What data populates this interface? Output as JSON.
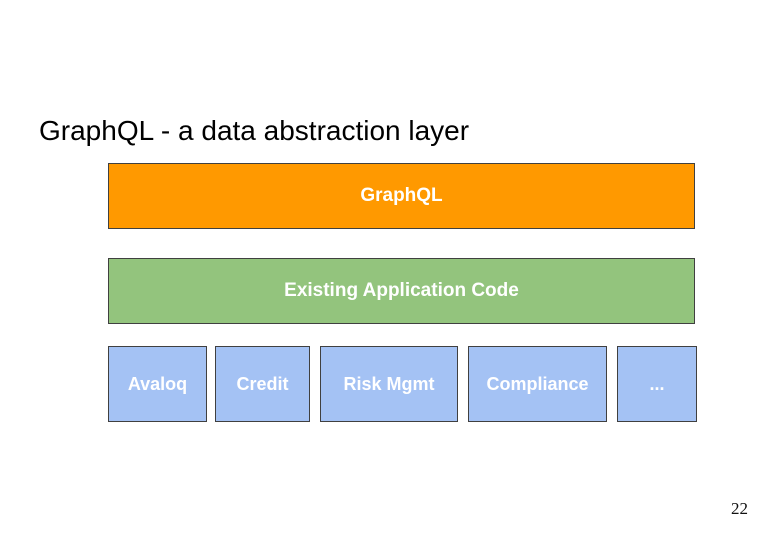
{
  "slide": {
    "title": "GraphQL - a data abstraction layer",
    "page_number": "22",
    "background_color": "#ffffff",
    "title_color": "#000000"
  },
  "diagram": {
    "border_color": "#404040",
    "label_text_color": "#ffffff",
    "layers": [
      {
        "label": "GraphQL",
        "color": "#ff9900"
      },
      {
        "label": "Existing Application Code",
        "color": "#93c47d"
      }
    ],
    "app_boxes": {
      "color": "#a4c2f4",
      "items": [
        {
          "label": "Avaloq"
        },
        {
          "label": "Credit"
        },
        {
          "label": "Risk Mgmt"
        },
        {
          "label": "Compliance"
        },
        {
          "label": "..."
        }
      ]
    }
  }
}
